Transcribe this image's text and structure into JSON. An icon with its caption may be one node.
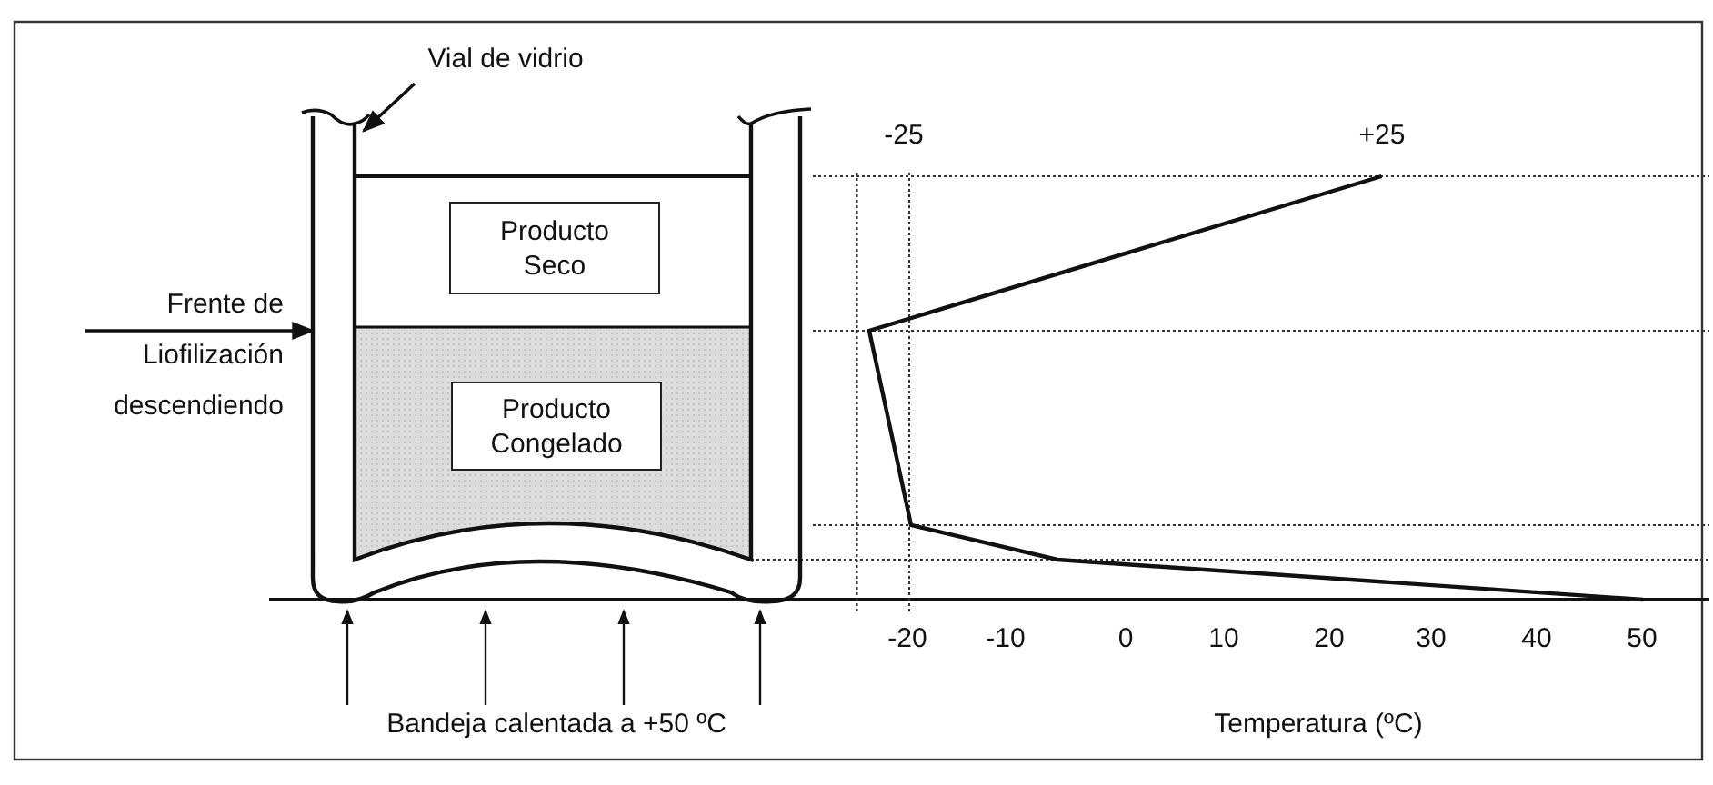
{
  "diagram": {
    "nodes": [
      {
        "text": [
          "Vial de vidrio"
        ]
      },
      {
        "text": [],
        "shape": "picture"
      },
      {
        "text": [
          "Frente de Liofilización descendiendo"
        ]
      },
      {
        "text": [
          "Producto Seco"
        ],
        "in": 1
      },
      {
        "text": [
          "Producto Congelado"
        ],
        "in": 1
      },
      {
        "text": [
          "Bandeja calentada a +50 ºC"
        ]
      }
    ],
    "edges": [
      {
        "from": 0,
        "to": 1,
        "arrow": "to"
      },
      {
        "from": 2,
        "to": 1,
        "arrow": "to"
      },
      {
        "from": 5,
        "to": 1,
        "arrow": "to"
      },
      {
        "from": 5,
        "to": 1,
        "arrow": "to"
      },
      {
        "from": 5,
        "to": 1,
        "arrow": "to"
      },
      {
        "from": 5,
        "to": 1,
        "arrow": "to"
      }
    ],
    "labels": [
      "-25",
      "+25",
      "-20",
      "-10",
      "0",
      "10",
      "20",
      "30",
      "40",
      "50",
      "Temperatura (ºC)"
    ]
  }
}
